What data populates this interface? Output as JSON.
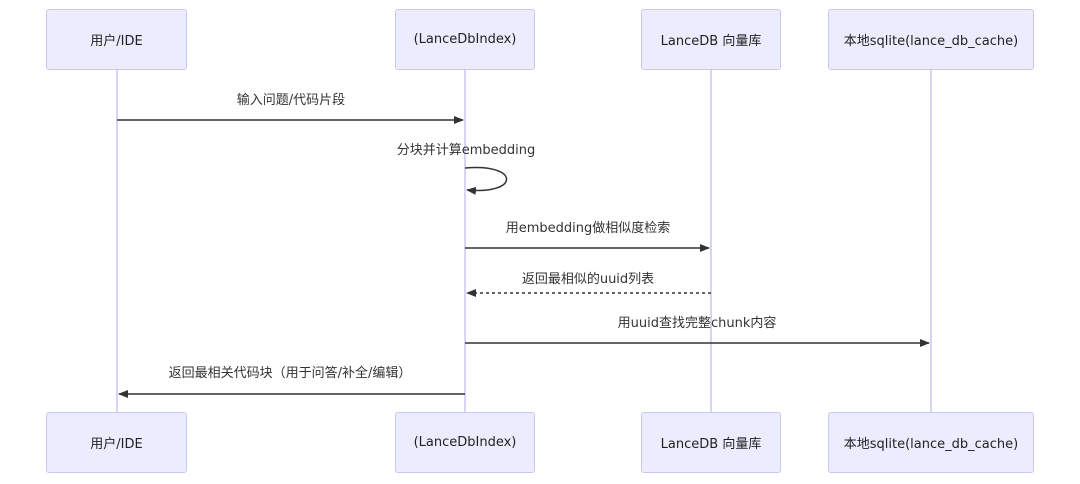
{
  "actors": [
    {
      "id": "user",
      "label": "用户/IDE"
    },
    {
      "id": "index",
      "label": "(LanceDbIndex)"
    },
    {
      "id": "lancedb",
      "label": "LanceDB 向量库"
    },
    {
      "id": "sqlite",
      "label": "本地sqlite(lance_db_cache)"
    }
  ],
  "messages": [
    {
      "from": "user",
      "to": "index",
      "label": "输入问题/代码片段",
      "style": "solid"
    },
    {
      "from": "index",
      "to": "index",
      "label": "分块并计算embedding",
      "style": "solid"
    },
    {
      "from": "index",
      "to": "lancedb",
      "label": "用embedding做相似度检索",
      "style": "solid"
    },
    {
      "from": "lancedb",
      "to": "index",
      "label": "返回最相似的uuid列表",
      "style": "dashed"
    },
    {
      "from": "index",
      "to": "sqlite",
      "label": "用uuid查找完整chunk内容",
      "style": "solid"
    },
    {
      "from": "index",
      "to": "user",
      "label": "返回最相关代码块（用于问答/补全/编辑）",
      "style": "solid"
    }
  ],
  "colors": {
    "actor_fill": "#ececff",
    "actor_border": "#c9c9f0",
    "lifeline": "#c9c9f0",
    "arrow": "#333333"
  }
}
